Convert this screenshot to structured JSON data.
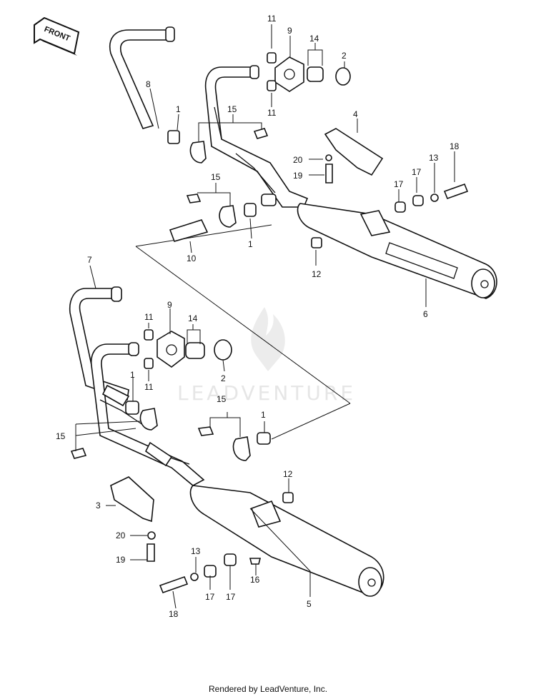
{
  "front_arrow": {
    "text": "FRONT"
  },
  "watermark": {
    "text": "LEADVENTURE"
  },
  "footer": {
    "text": "Rendered by LeadVenture, Inc."
  },
  "labels": {
    "upper": {
      "l11a": "11",
      "l9": "9",
      "l14": "14",
      "l2": "2",
      "l8": "8",
      "l1a": "1",
      "l15a": "15",
      "l11b": "11",
      "l4": "4",
      "l20": "20",
      "l19": "19",
      "l13": "13",
      "l17a": "17",
      "l17b": "17",
      "l18": "18",
      "l15b": "15",
      "l1b": "1",
      "l10": "10",
      "l12": "12",
      "l6": "6"
    },
    "lower": {
      "l7": "7",
      "l9": "9",
      "l11a": "11",
      "l14": "14",
      "l2": "2",
      "l11b": "11",
      "l1a": "1",
      "l15a": "15",
      "l15b": "15",
      "l1b": "1",
      "l12": "12",
      "l3": "3",
      "l20": "20",
      "l19": "19",
      "l13": "13",
      "l16": "16",
      "l18": "18",
      "l17a": "17",
      "l17b": "17",
      "l5": "5"
    }
  }
}
